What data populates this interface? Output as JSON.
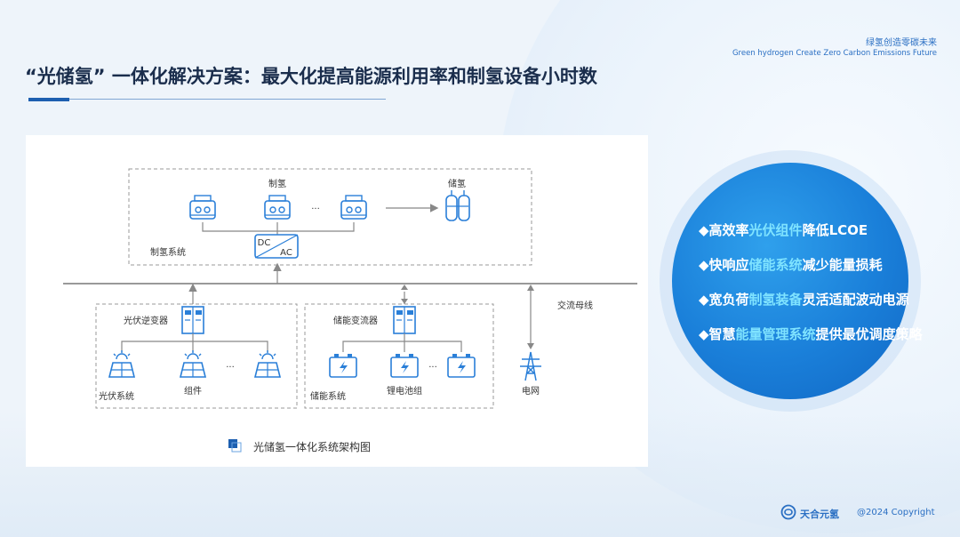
{
  "header": {
    "tagline_cn": "绿氢创造零碳未来",
    "tagline_en": "Green hydrogen Create Zero Carbon Emissions Future",
    "title": "“光储氢” 一体化解决方案：最大化提高能源利用率和制氢设备小时数"
  },
  "diagram": {
    "label_electrolysis": "制氢",
    "label_storage_h2": "储氢",
    "label_dcac_top": "DC",
    "label_dcac_bottom": "AC",
    "label_h2_system": "制氢系统",
    "label_bus": "交流母线",
    "label_pv_inverter": "光伏逆变器",
    "label_pv_system": "光伏系统",
    "label_modules": "组件",
    "label_pcs": "储能变流器",
    "label_ess": "储能系统",
    "label_battery": "锂电池组",
    "label_grid": "电网",
    "ellipsis": "···",
    "caption": "光储氢一体化系统架构图"
  },
  "highlights": [
    {
      "prefix": "◆高效率",
      "hl": "光伏组件",
      "suffix": "降低LCOE"
    },
    {
      "prefix": "◆快响应",
      "hl": "储能系统",
      "suffix": "减少能量损耗"
    },
    {
      "prefix": "◆宽负荷",
      "hl": "制氢装备",
      "suffix": "灵活适配波动电源"
    },
    {
      "prefix": "◆智慧",
      "hl": "能量管理系统",
      "suffix": "提供最优调度策略"
    }
  ],
  "footer": {
    "company": "天合元氢",
    "copyright": "@2024 Copyright"
  },
  "colors": {
    "accent": "#1d5fb0",
    "icon_blue": "#2a7fd8",
    "highlight": "#7fe3ff"
  }
}
